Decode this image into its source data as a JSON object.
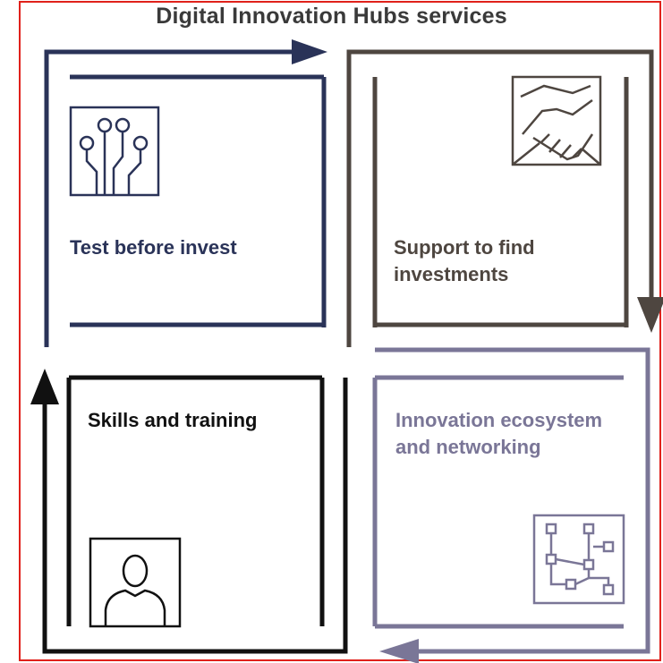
{
  "title": "Digital Innovation Hubs services",
  "quadrants": {
    "test": {
      "label": "Test before invest",
      "icon": "circuit-icon",
      "color": "#2a3358"
    },
    "support": {
      "label": "Support to find investments",
      "icon": "handshake-icon",
      "color": "#4e4640"
    },
    "skills": {
      "label": "Skills and training",
      "icon": "person-icon",
      "color": "#111111"
    },
    "ecosystem": {
      "label": "Innovation ecosystem and networking",
      "icon": "network-icon",
      "color": "#7a7697"
    }
  },
  "frame_color": "#e0211b"
}
